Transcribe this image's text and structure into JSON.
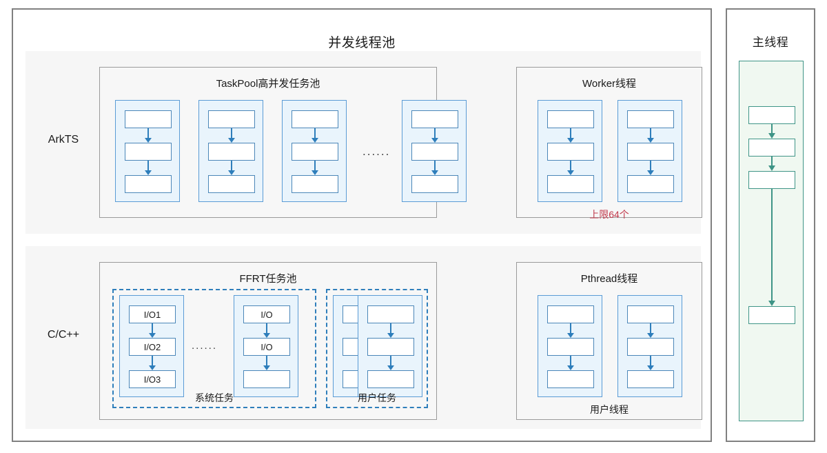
{
  "concurrent_pool": {
    "title": "并发线程池",
    "bands": [
      {
        "label": "ArkTS",
        "groups": [
          {
            "title": "TaskPool高并发任务池",
            "columns": [
              {
                "tasks": [
                  "",
                  "",
                  ""
                ]
              },
              {
                "tasks": [
                  "",
                  "",
                  ""
                ]
              },
              {
                "tasks": [
                  "",
                  "",
                  ""
                ]
              },
              {
                "tasks": [
                  "",
                  "",
                  ""
                ]
              }
            ],
            "ellipsis": "......",
            "caption": "",
            "note": ""
          },
          {
            "title": "Worker线程",
            "columns": [
              {
                "tasks": [
                  "",
                  "",
                  ""
                ]
              },
              {
                "tasks": [
                  "",
                  "",
                  ""
                ]
              }
            ],
            "ellipsis": "",
            "caption": "",
            "note": "上限64个"
          }
        ]
      },
      {
        "label": "C/C++",
        "groups": [
          {
            "title": "FFRT任务池",
            "columns": [
              {
                "tasks": [
                  "I/O1",
                  "I/O2",
                  "I/O3"
                ]
              },
              {
                "tasks": [
                  "I/O",
                  "I/O",
                  ""
                ]
              },
              {
                "tasks": [
                  "",
                  "",
                  ""
                ]
              },
              {
                "tasks": [
                  "",
                  "",
                  ""
                ]
              }
            ],
            "ellipsis": "......",
            "dashed_groups": [
              {
                "caption": "系统任务"
              },
              {
                "caption": "用户任务"
              }
            ],
            "note": ""
          },
          {
            "title": "Pthread线程",
            "columns": [
              {
                "tasks": [
                  "",
                  "",
                  ""
                ]
              },
              {
                "tasks": [
                  "",
                  "",
                  ""
                ]
              }
            ],
            "ellipsis": "",
            "caption": "用户线程",
            "note": ""
          }
        ]
      }
    ]
  },
  "main_thread": {
    "title": "主线程",
    "boxes": [
      "",
      "",
      "",
      ""
    ]
  },
  "colors": {
    "blue_border": "#4a86b8",
    "blue_col_border": "#5a9bd5",
    "blue_col_fill": "#e9f4fc",
    "arrow_blue": "#2e7ebb",
    "green": "#3e9486",
    "green_fill": "#f0f8f1",
    "red_note": "#c0394b",
    "panel_border": "#808080",
    "band_fill": "#f6f6f6",
    "group_fill": "#f7f7f7"
  }
}
